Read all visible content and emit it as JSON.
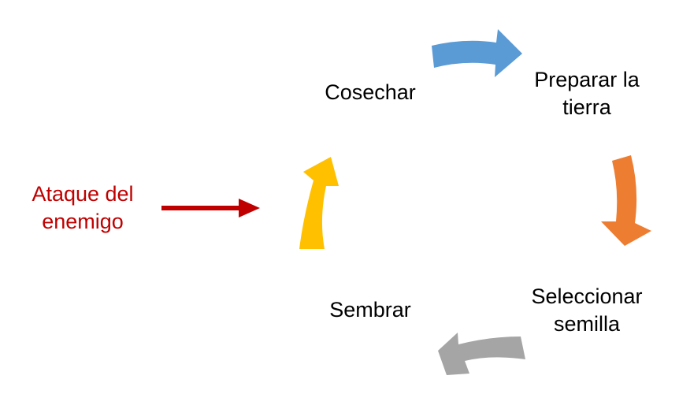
{
  "diagram": {
    "stages": [
      {
        "id": "cosechar",
        "lines": [
          "Cosechar"
        ]
      },
      {
        "id": "preparar",
        "lines": [
          "Preparar la",
          "tierra"
        ]
      },
      {
        "id": "seleccionar",
        "lines": [
          "Seleccionar",
          "semilla"
        ]
      },
      {
        "id": "sembrar",
        "lines": [
          "Sembrar"
        ]
      }
    ],
    "disruption": {
      "lines": [
        "Ataque del",
        "enemigo"
      ]
    },
    "colors": {
      "arrow_top": "#5b9bd5",
      "arrow_right": "#ed7d31",
      "arrow_bottom": "#a5a5a5",
      "arrow_left": "#ffc000",
      "disruption_arrow": "#c00000",
      "disruption_text": "#c00000",
      "stage_text": "#000000"
    }
  }
}
